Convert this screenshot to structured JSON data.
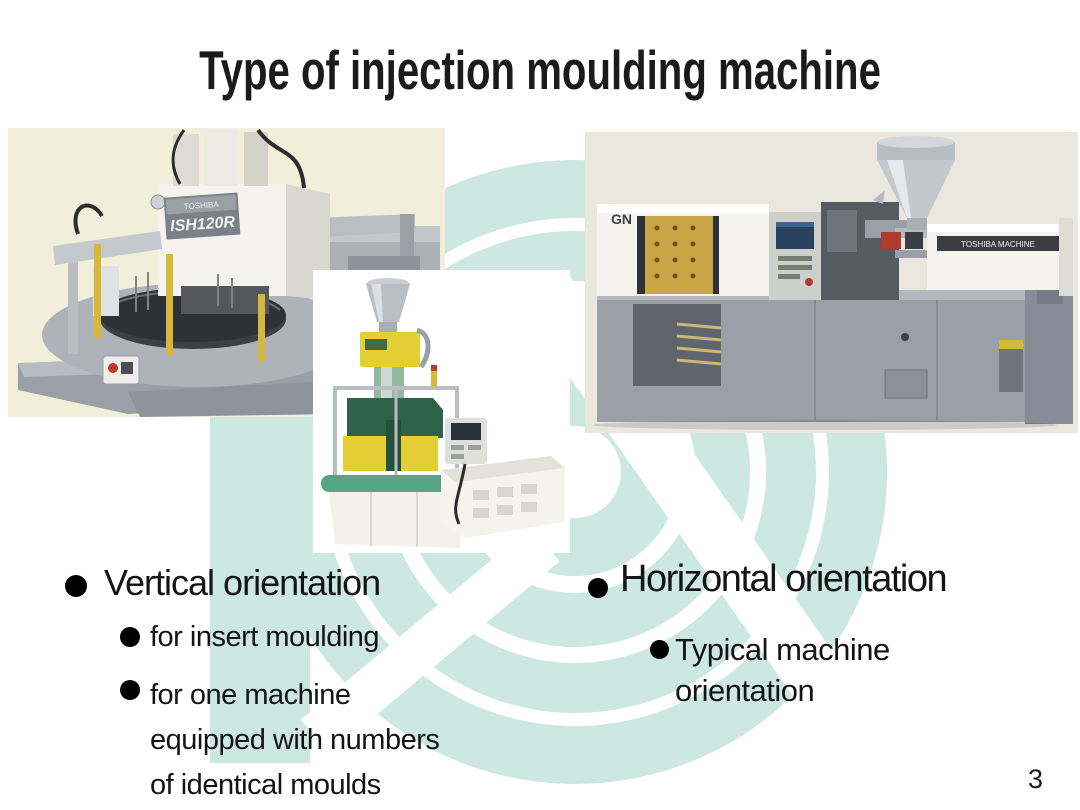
{
  "slide": {
    "title": "Type of injection moulding machine",
    "page_number": "3"
  },
  "bullets": {
    "left": {
      "main": "Vertical orientation",
      "sub1": "for insert moulding",
      "sub2_lines": [
        "for one machine",
        "equipped with numbers",
        "of identical moulds"
      ]
    },
    "right": {
      "main": "Horizontal orientation",
      "sub1_lines": [
        "Typical machine",
        "orientation"
      ]
    }
  },
  "photos": {
    "vertical_rotary": {
      "plate_brand": "TOSHIBA",
      "plate_model": "ISH120R"
    },
    "horizontal": {
      "logo": "GN",
      "unit_label": "TOSHIBA MACHINE"
    }
  },
  "colors": {
    "watermark_teal": "#cde8e1",
    "photo_left_bg": "#f1eeda",
    "photo_right_bg": "#eae7de",
    "text": "#141414"
  }
}
